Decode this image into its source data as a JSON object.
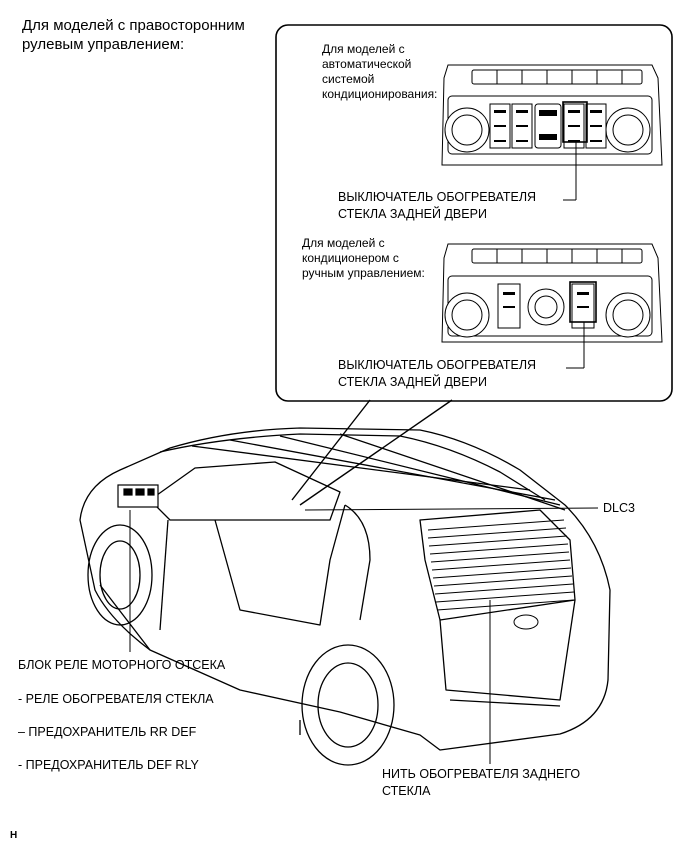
{
  "heading": "Для моделей с правосторонним рулевым управлением:",
  "callout": {
    "auto_note": "Для моделей с автоматической системой кондиционирования:",
    "manual_note": "Для моделей с кондиционером с ручным управлением:",
    "switch_label_auto": "ВЫКЛЮЧАТЕЛЬ ОБОГРЕВАТЕЛЯ СТЕКЛА ЗАДНЕЙ ДВЕРИ",
    "switch_label_manual": "ВЫКЛЮЧАТЕЛЬ ОБОГРЕВАТЕЛЯ СТЕКЛА ЗАДНЕЙ ДВЕРИ"
  },
  "labels": {
    "dlc3": "DLC3",
    "engine_relay_block": "БЛОК РЕЛЕ МОТОРНОГО ОТСЕКА",
    "relay_items": [
      "- РЕЛЕ ОБОГРЕВАТЕЛЯ СТЕКЛА",
      "– ПРЕДОХРАНИТЕЛЬ RR DEF",
      "- ПРЕДОХРАНИТЕЛЬ DEF RLY"
    ],
    "rear_defogger_wire": "НИТЬ ОБОГРЕВАТЕЛЯ ЗАДНЕГО СТЕКЛА"
  },
  "footer_code": "H"
}
